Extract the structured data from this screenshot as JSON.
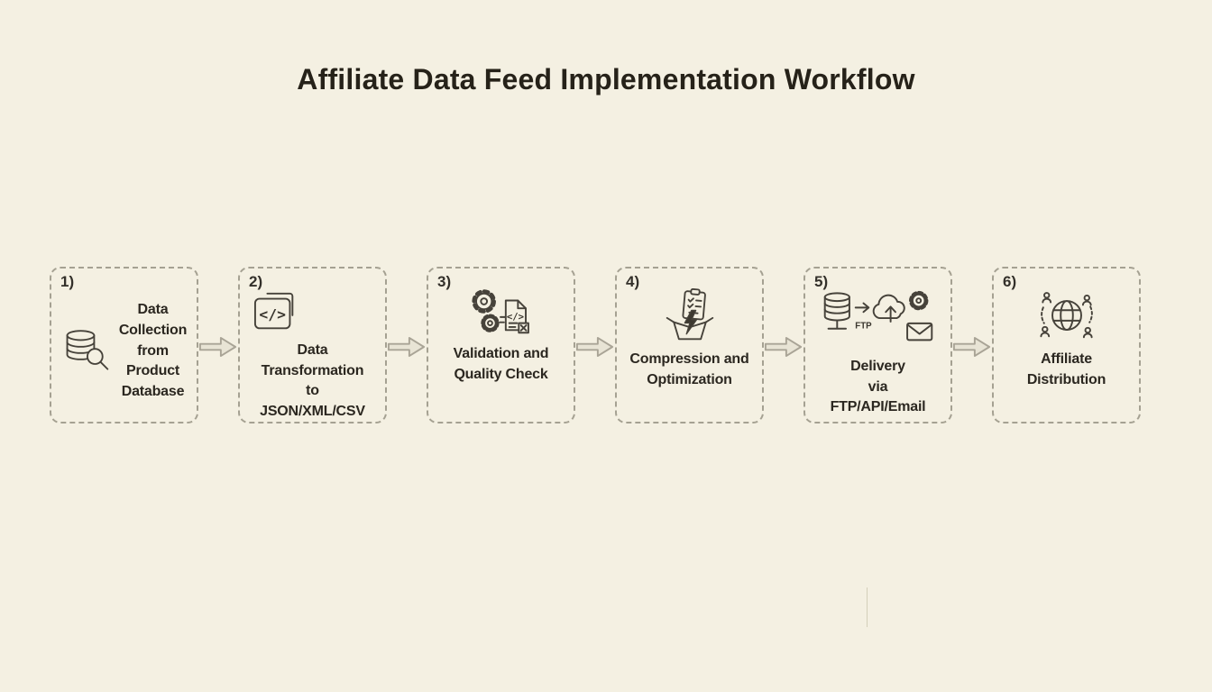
{
  "title": "Affiliate Data Feed Implementation Workflow",
  "steps": [
    {
      "number": "1)",
      "label": "Data\nCollection\nfrom Product\nDatabase",
      "icon": "database-search"
    },
    {
      "number": "2)",
      "label": "Data\nTransformation\nto\nJSON/XML/CSV",
      "icon": "code-transform"
    },
    {
      "number": "3)",
      "label": "Validation and\nQuality Check",
      "icon": "gears-code-check"
    },
    {
      "number": "4)",
      "label": "Compression and\nOptimization",
      "icon": "box-lightning"
    },
    {
      "number": "5)",
      "label": "Delivery\nvia\nFTP/API/Email",
      "icon": "server-cloud-gear-email"
    },
    {
      "number": "6)",
      "label": "Affiliate\nDistribution",
      "icon": "globe-users"
    }
  ],
  "icon_texts": {
    "code_glyph": "</>",
    "ftp_label": "FTP"
  },
  "colors": {
    "background": "#f4f0e2",
    "ink": "#46423a",
    "box_border": "#a5a192",
    "arrow_fill": "#e8e4d5",
    "arrow_stroke": "#a9a496"
  }
}
